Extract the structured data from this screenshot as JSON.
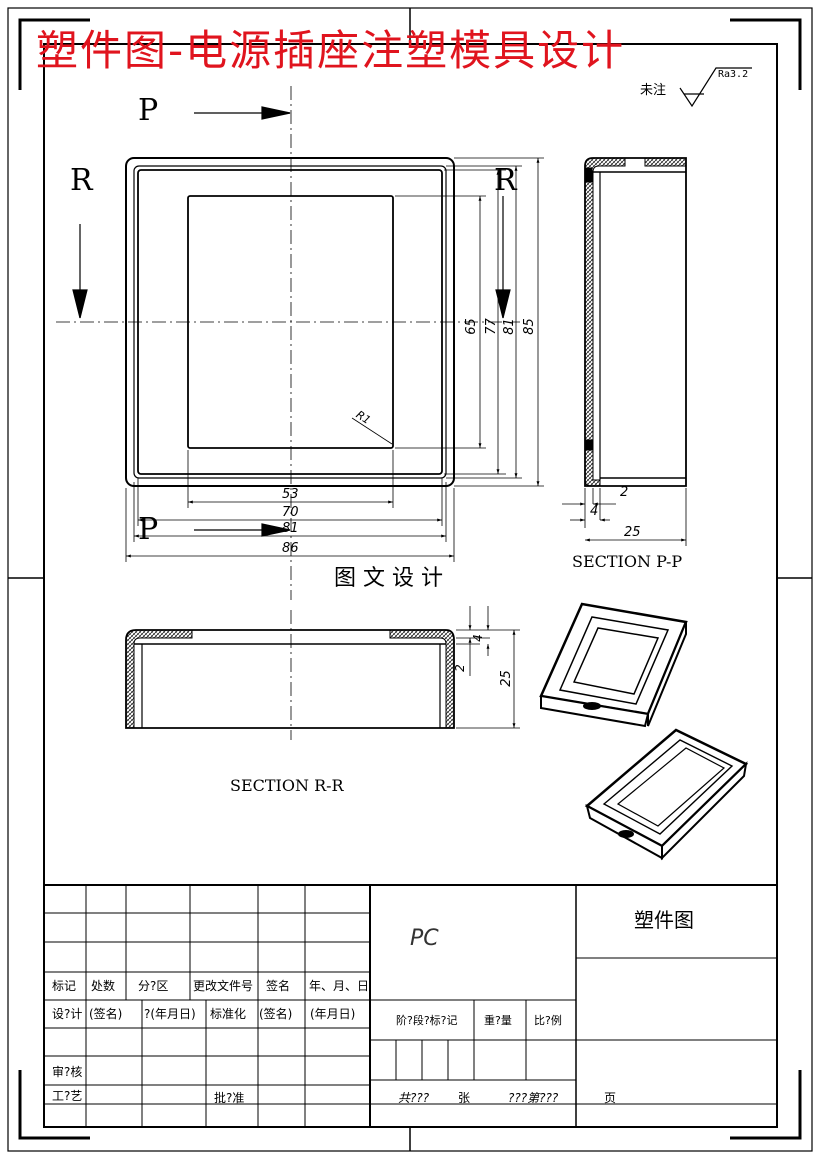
{
  "title": "塑件图-电源插座注塑模具设计",
  "roughness": {
    "label": "未注",
    "value": "Ra3.2"
  },
  "section_markers": {
    "p": "P",
    "r": "R"
  },
  "dimensions": {
    "front_vertical": [
      "65",
      "77",
      "81",
      "85"
    ],
    "front_horizontal": [
      "53",
      "70",
      "81",
      "86"
    ],
    "radius": "R1",
    "pp_small": [
      "2",
      "4",
      "25"
    ],
    "rr_small": [
      "4",
      "2",
      "25"
    ]
  },
  "watermark": "图 文 设 计",
  "section_pp_label": "SECTION P-P",
  "section_rr_label": "SECTION R-R",
  "title_block": {
    "material": "PC",
    "drawing_name": "塑件图",
    "rev_headers": [
      "标记",
      "处数",
      "分?区",
      "更改文件号",
      "签名",
      "年、月、日"
    ],
    "design_row": [
      "设?计",
      "(签名)",
      "?(年月日)",
      "标准化",
      "(签名)",
      "(年月日)"
    ],
    "review": "审?核",
    "process": "工?艺",
    "approve": "批?准",
    "stage_labels": [
      "阶?段?标?记",
      "重?量",
      "比?例"
    ],
    "sheet_total": "共???",
    "sheet_unit": "张",
    "sheet_no": "???第???",
    "page": "页"
  }
}
